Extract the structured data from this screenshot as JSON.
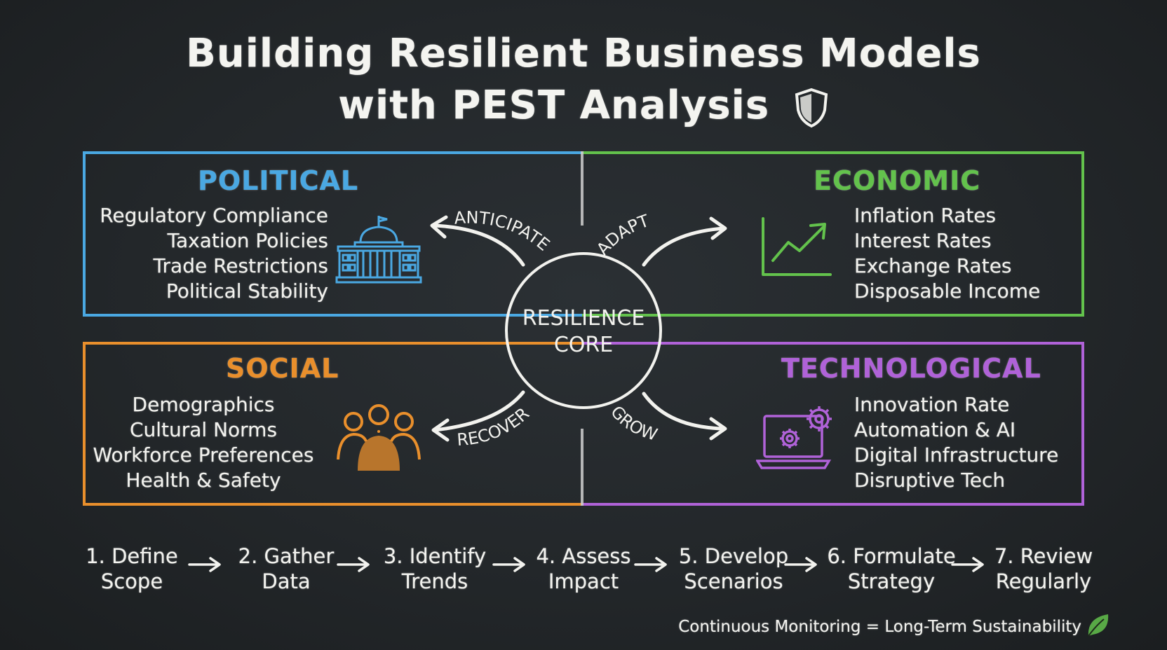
{
  "title": {
    "line1": "Building Resilient Business Models",
    "line2": "with PEST Analysis"
  },
  "colors": {
    "political": "#4aa8e2",
    "economic": "#63c24c",
    "social": "#e98f2c",
    "technological": "#b062d8",
    "chalk": "#f2f2ee",
    "board": "#23272a"
  },
  "quadrants": {
    "political": {
      "heading": "POLITICAL",
      "items": [
        "Regulatory Compliance",
        "Taxation Policies",
        "Trade Restrictions",
        "Political Stability"
      ],
      "icon": "government-building-icon"
    },
    "economic": {
      "heading": "ECONOMIC",
      "items": [
        "Inflation Rates",
        "Interest Rates",
        "Exchange Rates",
        "Disposable Income"
      ],
      "icon": "growth-chart-icon"
    },
    "social": {
      "heading": "SOCIAL",
      "items": [
        "Demographics",
        "Cultural Norms",
        "Workforce Preferences",
        "Health & Safety"
      ],
      "icon": "people-group-icon"
    },
    "technological": {
      "heading": "TECHNOLOGICAL",
      "items": [
        "Innovation Rate",
        "Automation & AI",
        "Digital Infrastructure",
        "Disruptive Tech"
      ],
      "icon": "laptop-gears-icon"
    }
  },
  "core": {
    "line1": "RESILIENCE",
    "line2": "CORE",
    "arrows": {
      "anticipate": "ANTICIPATE",
      "adapt": "ADAPT",
      "recover": "RECOVER",
      "grow": "GROW"
    }
  },
  "steps": [
    {
      "line1": "1. Define",
      "line2": "Scope"
    },
    {
      "line1": "2. Gather",
      "line2": "Data"
    },
    {
      "line1": "3. Identify",
      "line2": "Trends"
    },
    {
      "line1": "4. Assess",
      "line2": "Impact"
    },
    {
      "line1": "5. Develop",
      "line2": "Scenarios"
    },
    {
      "line1": "6. Formulate",
      "line2": "Strategy"
    },
    {
      "line1": "7. Review",
      "line2": "Regularly"
    }
  ],
  "footer": "Continuous Monitoring = Long-Term Sustainability"
}
